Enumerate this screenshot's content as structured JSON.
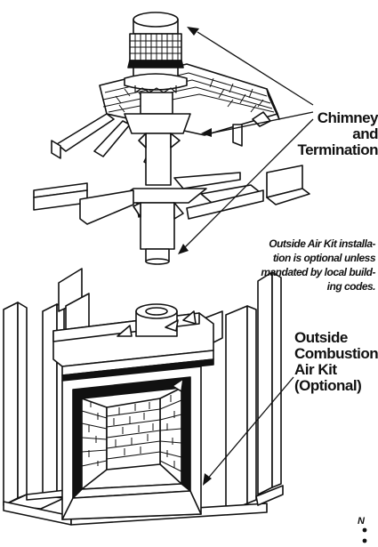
{
  "labels": {
    "chimney_line1": "Chimney and",
    "chimney_line2": "Termination",
    "air_kit_line1": "Outside",
    "air_kit_line2": "Combustion",
    "air_kit_line3": "Air Kit",
    "air_kit_line4": "(Optional)"
  },
  "note": {
    "line1": "Outside Air Kit installa-",
    "line2": "tion is optional unless",
    "line3": "mandated by local build-",
    "line4": "ing codes."
  },
  "corner_fragment": "N",
  "colors": {
    "ink": "#111111",
    "paper": "#ffffff"
  }
}
